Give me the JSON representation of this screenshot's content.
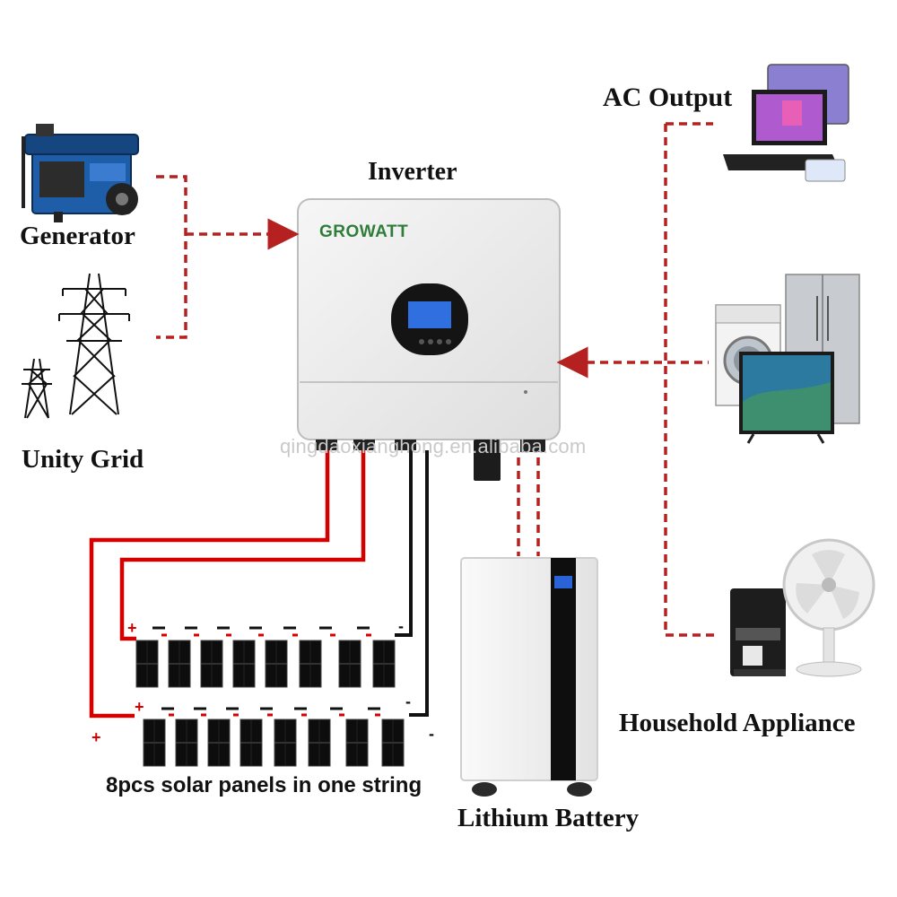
{
  "labels": {
    "inverter": "Inverter",
    "generator": "Generator",
    "grid": "Unity Grid",
    "ac_output": "AC Output",
    "household": "Household Appliance",
    "battery": "Lithium Battery",
    "panels": "8pcs solar panels in one string"
  },
  "inverter": {
    "brand": "GROWATT"
  },
  "polarity": {
    "plus": "+",
    "minus": "-"
  },
  "watermark": "qingdaoxianghong.en.alibaba.com",
  "icons": [
    "generator-icon",
    "power-tower-icon",
    "laptop-tablet-icon",
    "washing-machine-icon",
    "refrigerator-icon",
    "television-icon",
    "coffee-machine-icon",
    "fan-icon",
    "lithium-battery-icon",
    "solar-panel-icon",
    "inverter-icon"
  ],
  "colors": {
    "dc_positive": "#d40000",
    "dc_negative": "#111111",
    "ac_dashed": "#b52020",
    "inverter_body": "#ededed",
    "brand": "#2f7d3a"
  }
}
